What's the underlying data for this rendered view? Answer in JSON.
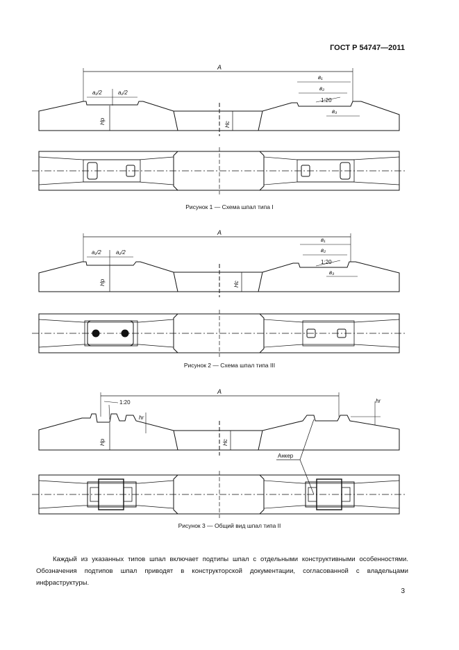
{
  "header": {
    "doc_id": "ГОСТ Р 54747—2011"
  },
  "figure1": {
    "caption": "Рисунок 1 — Схема шпал типа I",
    "labels": {
      "A": "A",
      "a1_half_left": "a₁/2",
      "a1_half_right": "a₁/2",
      "b1": "в₁",
      "b2": "в₂",
      "slope": "1:20",
      "b3": "в₃",
      "Hp": "Hp",
      "Hc": "Hc"
    }
  },
  "figure2": {
    "caption": "Рисунок 2 — Схема шпал типа III",
    "labels": {
      "A": "A",
      "a1_half_left": "a₁/2",
      "a1_half_right": "a₁/2",
      "b1": "в₁",
      "b2": "в₂",
      "slope": "1:20",
      "b3": "в₃",
      "Hp": "Hp",
      "Hc": "Hc"
    }
  },
  "figure3": {
    "caption": "Рисунок 3 — Общий вид шпал типа II",
    "labels": {
      "A": "A",
      "slope": "1:20",
      "hr_left": "hr",
      "hr_right": "hr",
      "Hp": "Hp",
      "Hc": "Hc",
      "anchor": "Анкер"
    }
  },
  "body": {
    "paragraph": "Каждый из указанных типов шпал включает подтипы шпал с отдельными конструктивными особенностями. Обозначения подтипов шпал приводят в конструкторской документации, согласованной с владельцами инфраструктуры."
  },
  "footer": {
    "page_number": "3"
  }
}
